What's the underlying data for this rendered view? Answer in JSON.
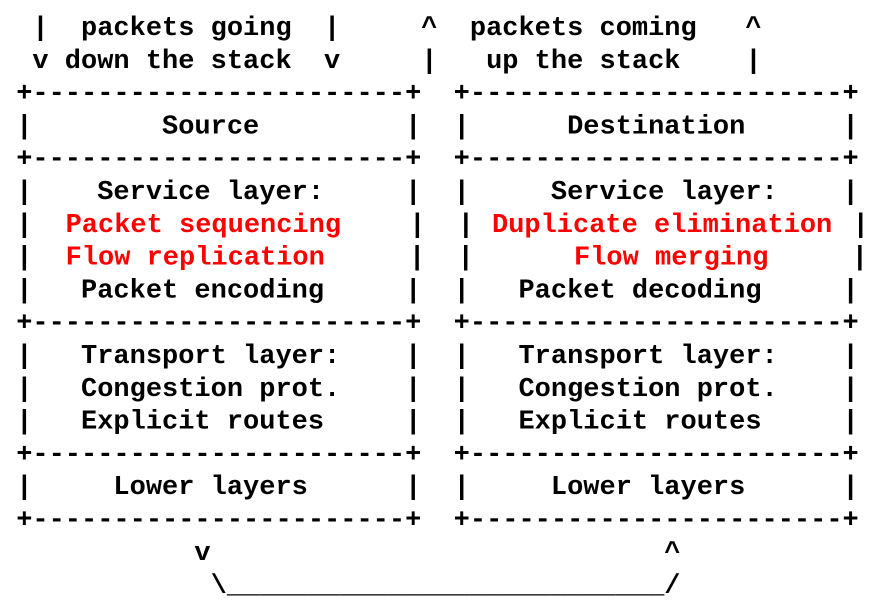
{
  "colors": {
    "text": "#000000",
    "highlight": "#ff0000",
    "background": "#ffffff"
  },
  "lines": [
    {
      "segments": [
        {
          "text": "  |  packets going  |     ^  packets coming   ^"
        }
      ]
    },
    {
      "segments": [
        {
          "text": "  v down the stack  v     |   up the stack    |"
        }
      ]
    },
    {
      "segments": [
        {
          "text": " +-----------------------+  +-----------------------+"
        }
      ]
    },
    {
      "segments": [
        {
          "text": " |        Source         |  |      Destination      |"
        }
      ]
    },
    {
      "segments": [
        {
          "text": " +-----------------------+  +-----------------------+"
        }
      ]
    },
    {
      "segments": [
        {
          "text": " |    Service layer:     |  |     Service layer:    |"
        }
      ]
    },
    {
      "segments": [
        {
          "text": " |  "
        },
        {
          "text": "Packet sequencing",
          "highlight": true
        },
        {
          "text": "    |  | "
        },
        {
          "text": "Duplicate elimination",
          "highlight": true
        },
        {
          "text": " |"
        }
      ]
    },
    {
      "segments": [
        {
          "text": " |  "
        },
        {
          "text": "Flow replication",
          "highlight": true
        },
        {
          "text": "     |  |      "
        },
        {
          "text": "Flow merging",
          "highlight": true
        },
        {
          "text": "     |"
        }
      ]
    },
    {
      "segments": [
        {
          "text": " |   Packet encoding     |  |   Packet decoding     |"
        }
      ]
    },
    {
      "segments": [
        {
          "text": " +-----------------------+  +-----------------------+"
        }
      ]
    },
    {
      "segments": [
        {
          "text": " |   Transport layer:    |  |   Transport layer:    |"
        }
      ]
    },
    {
      "segments": [
        {
          "text": " |   Congestion prot.    |  |   Congestion prot.    |"
        }
      ]
    },
    {
      "segments": [
        {
          "text": " |   Explicit routes     |  |   Explicit routes     |"
        }
      ]
    },
    {
      "segments": [
        {
          "text": " +-----------------------+  +-----------------------+"
        }
      ]
    },
    {
      "segments": [
        {
          "text": " |     Lower layers      |  |     Lower layers      |"
        }
      ]
    },
    {
      "segments": [
        {
          "text": " +-----------------------+  +-----------------------+"
        }
      ]
    },
    {
      "segments": [
        {
          "text": "            v                            ^"
        }
      ]
    },
    {
      "segments": [
        {
          "text": "             \\___________________________/"
        }
      ]
    }
  ]
}
